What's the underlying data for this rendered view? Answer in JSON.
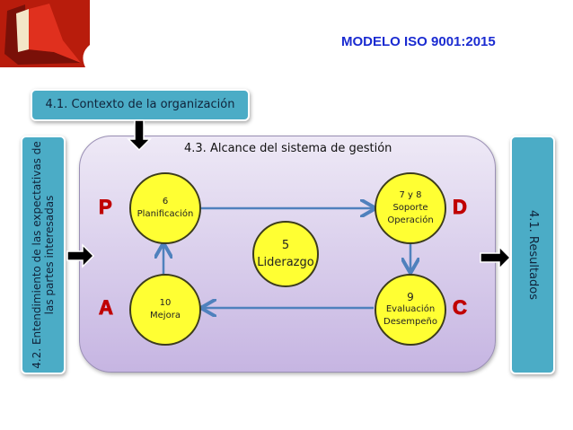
{
  "title": "MODELO ISO 9001:2015",
  "context_label": "4.1. Contexto de la organización",
  "stakeholders_label": "4.2. Entendimiento de las expectativas de las partes interesadas",
  "stakeholders_lines": [
    "4.2. Entendimiento de las expectativas de",
    "las partes interesadas"
  ],
  "results_label": "4.1. Resultados",
  "scope_label": "4.3. Alcance del sistema de gestión",
  "pdca": {
    "p": "P",
    "d": "D",
    "c": "C",
    "a": "A"
  },
  "nodes": {
    "plan": {
      "num": "6",
      "name": "Planificación"
    },
    "do": {
      "num": "7 y 8",
      "name": "Soporte",
      "name2": "Operación"
    },
    "leader": {
      "num": "5",
      "name": "Liderazgo"
    },
    "check": {
      "num": "9",
      "name": "Evaluación",
      "name2": "Desempeño"
    },
    "act": {
      "num": "10",
      "name": "Mejora"
    }
  },
  "colors": {
    "teal": "#4BACC6",
    "accent_red": "#C00000",
    "title_blue": "#1A2BD1",
    "node_yellow": "#FFFF33",
    "flow_arrow": "#4F81BD"
  }
}
